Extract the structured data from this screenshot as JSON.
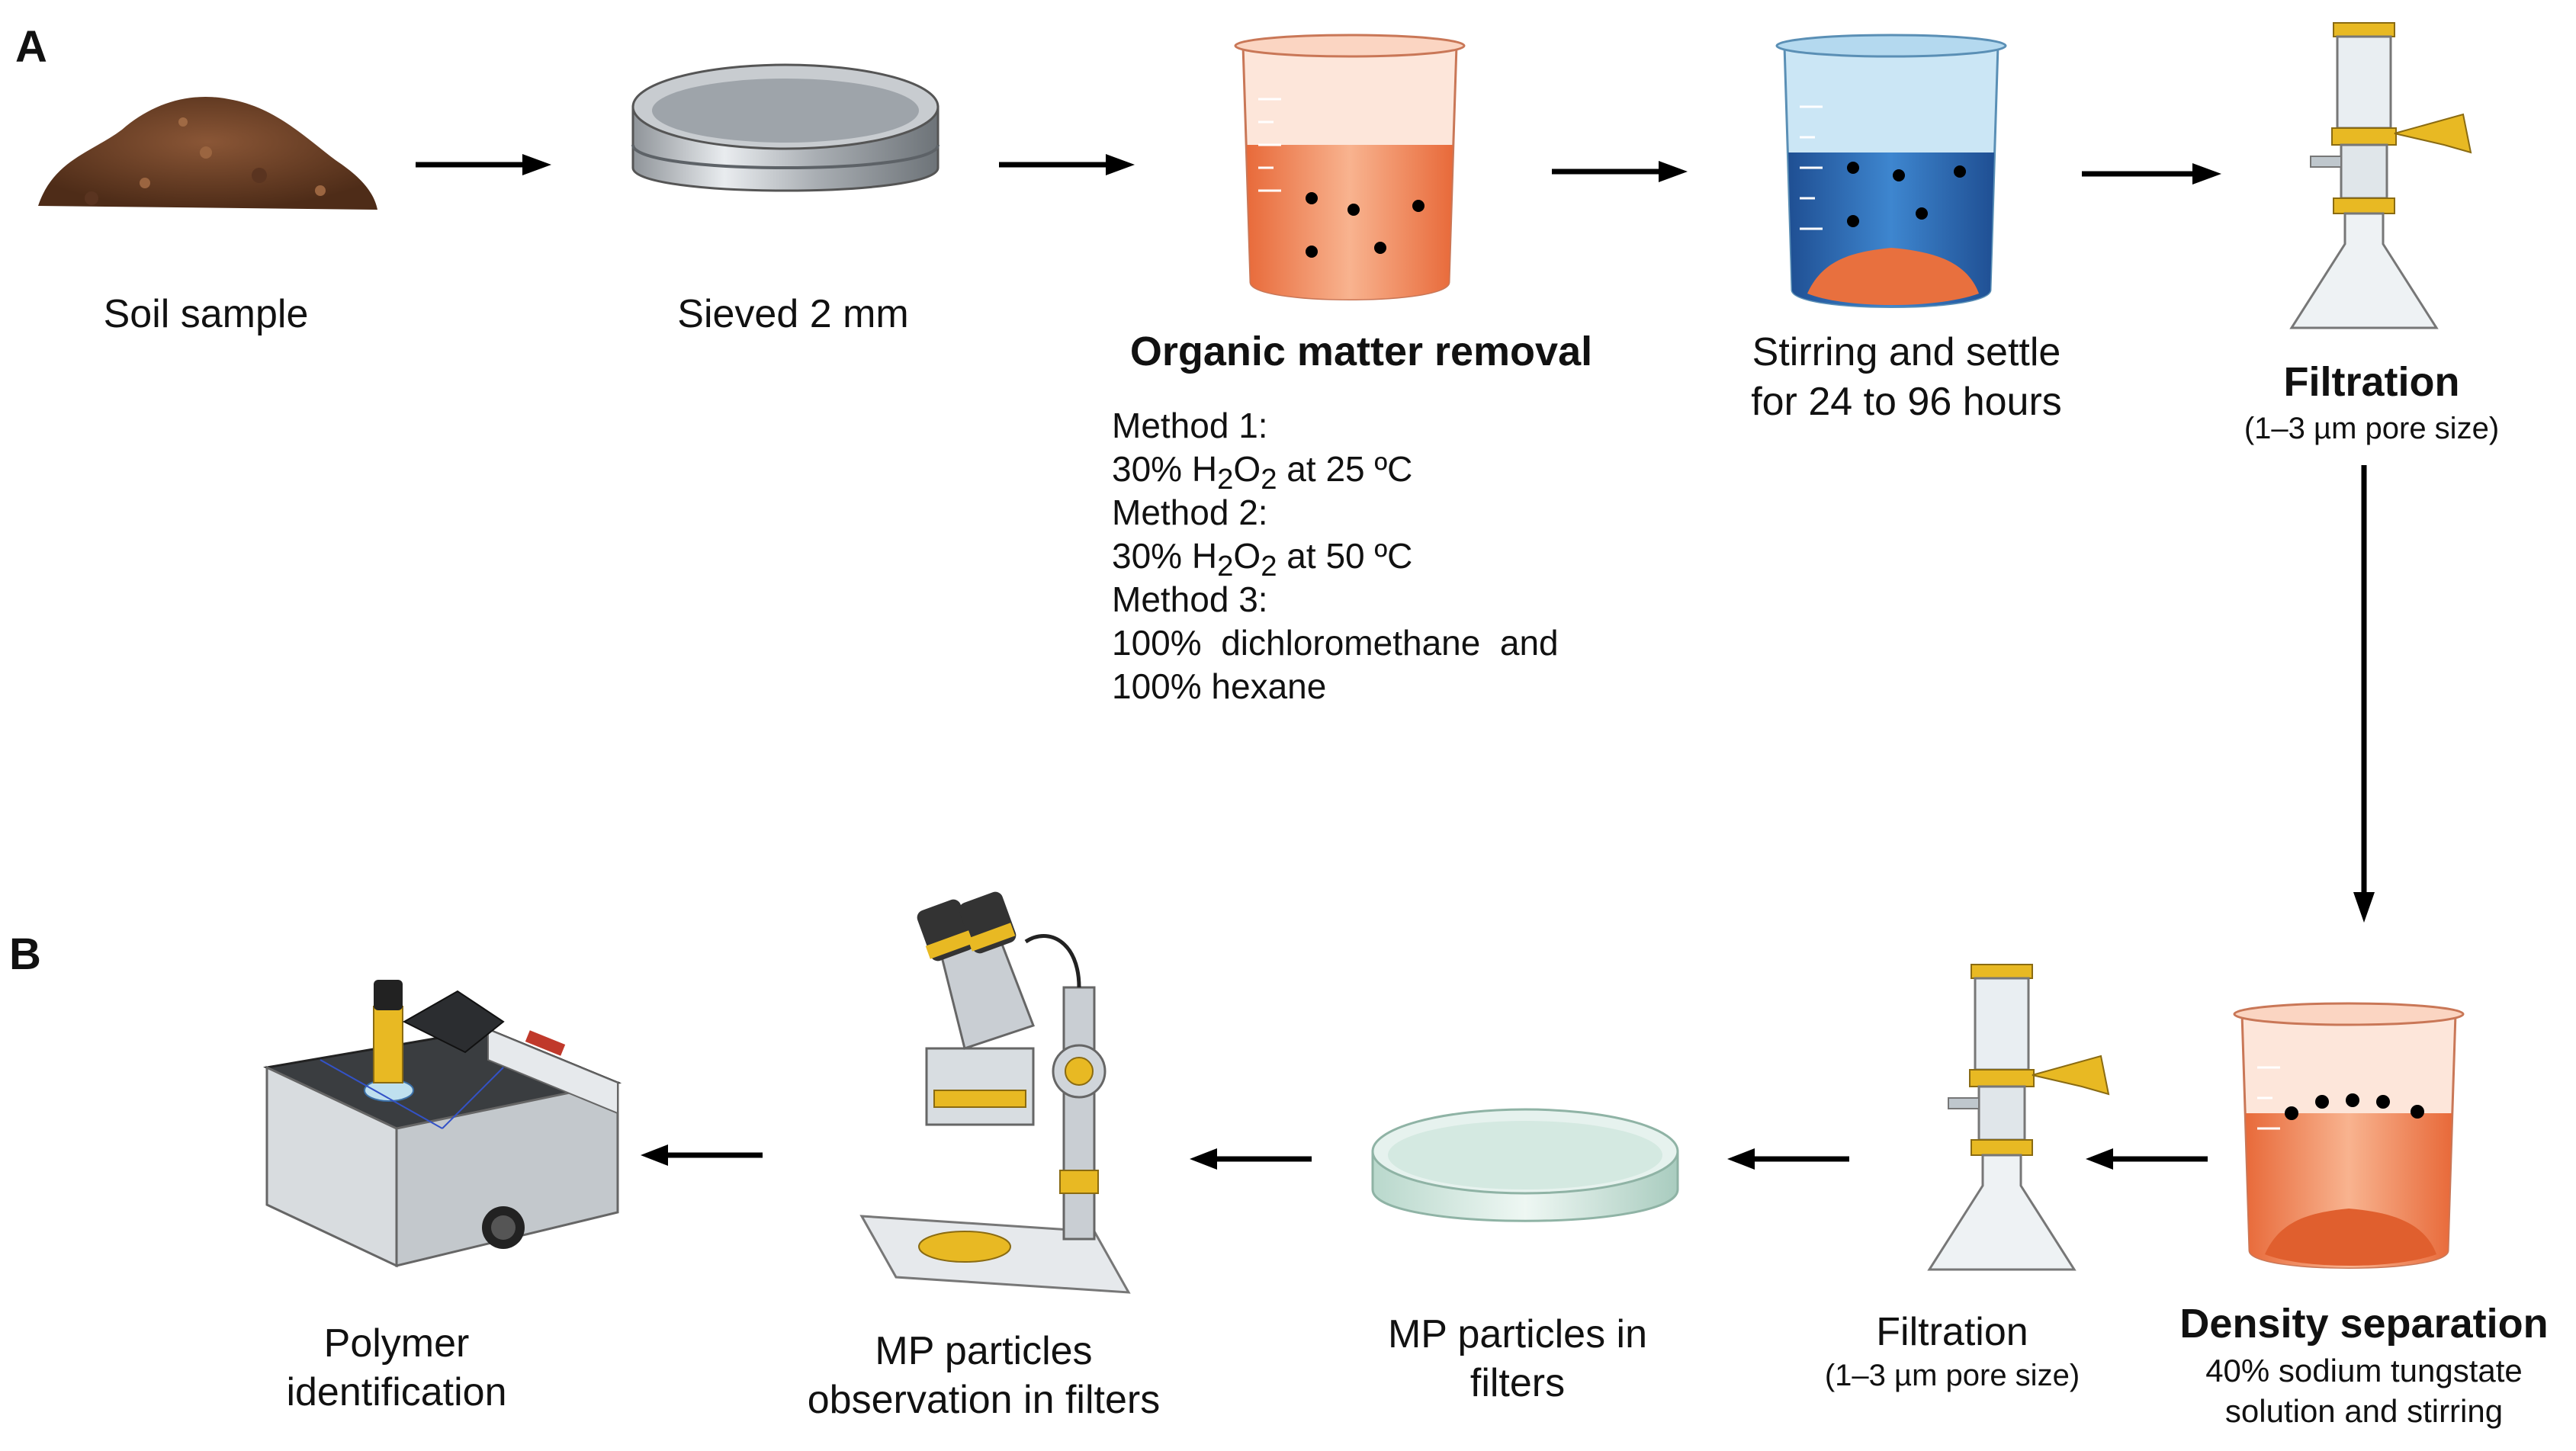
{
  "panels": {
    "a": "A",
    "b": "B"
  },
  "steps": {
    "soil": {
      "label": "Soil sample"
    },
    "sieve": {
      "label": "Sieved 2 mm"
    },
    "organic": {
      "title": "Organic matter removal",
      "methods": {
        "m1_label": "Method 1:",
        "m1_pre": "30% H",
        "m1_sub1": "2",
        "m1_mid": "O",
        "m1_sub2": "2",
        "m1_post": " at 25 ºC",
        "m2_label": "Method 2:",
        "m2_pre": "30% H",
        "m2_sub1": "2",
        "m2_mid": "O",
        "m2_sub2": "2",
        "m2_post": " at 50 ºC",
        "m3_label": "Method 3:",
        "m3_line1": "100%  dichloromethane  and",
        "m3_line2": "100% hexane"
      }
    },
    "stirring": {
      "line1": "Stirring and settle",
      "line2": "for 24 to 96 hours"
    },
    "filtration_top": {
      "title": "Filtration",
      "sub": "(1–3 µm pore size)"
    },
    "density": {
      "title": "Density separation",
      "line1": "40% sodium tungstate",
      "line2": "solution and stirring"
    },
    "filtration_bottom": {
      "title": "Filtration",
      "sub": "(1–3 µm pore size)"
    },
    "filters": {
      "line1": "MP particles in",
      "line2": "filters"
    },
    "observation": {
      "line1": "MP particles",
      "line2": "observation in filters"
    },
    "polymer": {
      "line1": "Polymer",
      "line2": "identification"
    }
  },
  "colors": {
    "soil": "#6b3f26",
    "orange_liquid": "#f08a5d",
    "blue_liquid": "#2f6fb5",
    "gold": "#e8b923",
    "arrow": "#000000"
  }
}
